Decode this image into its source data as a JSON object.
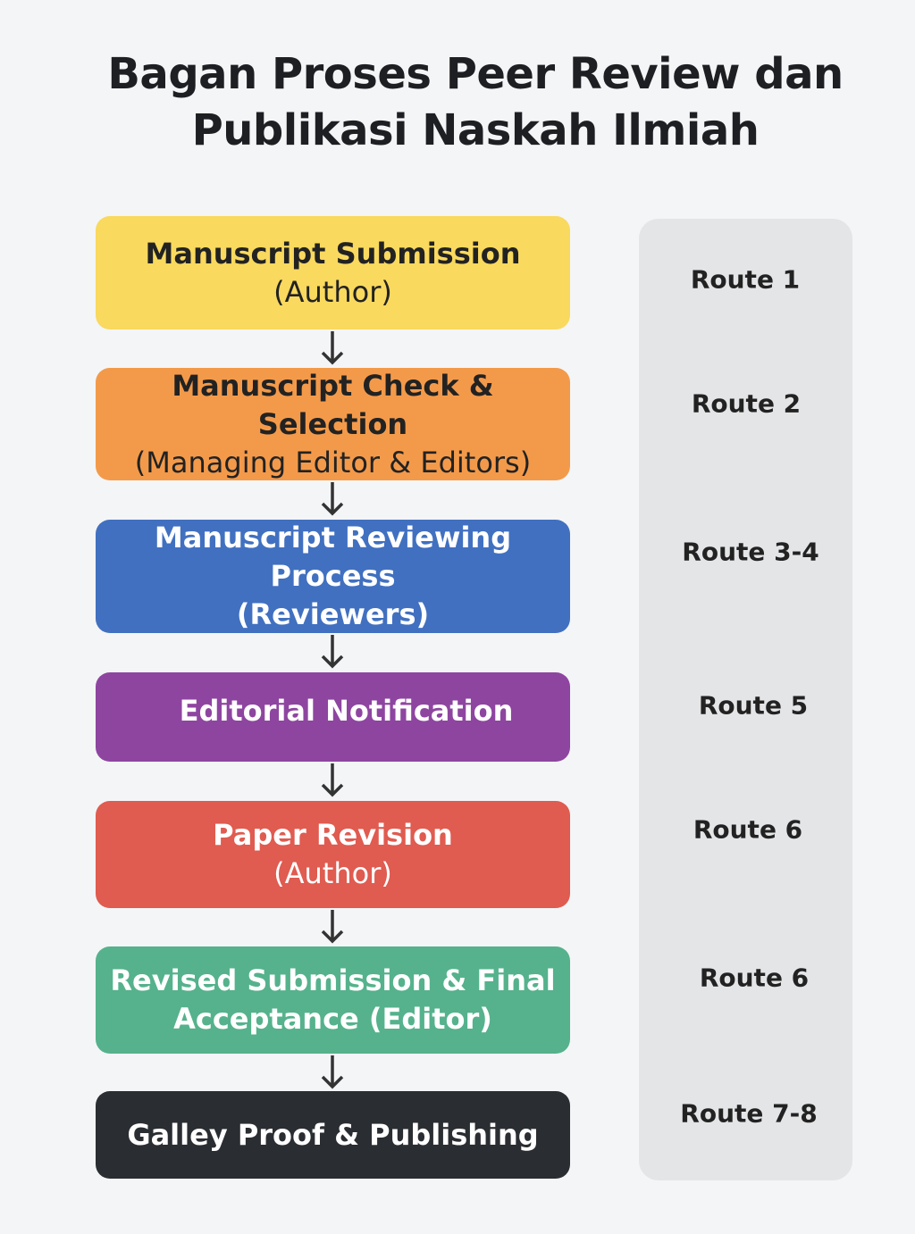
{
  "title": {
    "line1": "Bagan Proses Peer Review dan",
    "line2": "Publikasi Naskah Ilmiah"
  },
  "steps": [
    {
      "line1": "Manuscript Submission",
      "line2": "(Author)",
      "color": "#f9d95e",
      "text_color": "#222222"
    },
    {
      "line1": "Manuscript Check & Selection",
      "line2": "(Managing Editor & Editors)",
      "color": "#f39a4a",
      "text_color": "#222222"
    },
    {
      "line1": "Manuscript Reviewing Process",
      "line2": "(Reviewers)",
      "color": "#4170c0",
      "text_color": "#ffffff"
    },
    {
      "line1": "Editorial Notification",
      "line2": "",
      "color": "#8e45a0",
      "text_color": "#ffffff"
    },
    {
      "line1": "Paper Revision",
      "line2": "(Author)",
      "color": "#e05b50",
      "text_color": "#ffffff"
    },
    {
      "line1": "Revised Submission & Final",
      "line2": "Acceptance (Editor)",
      "color": "#55b28c",
      "text_color": "#ffffff"
    },
    {
      "line1": "Galley Proof & Publishing",
      "line2": "",
      "color": "#2a2d31",
      "text_color": "#ffffff"
    }
  ],
  "routes": [
    "Route 1",
    "Route 2",
    "Route 3-4",
    "Route 5",
    "Route 6",
    "Route 6",
    "Route 7-8"
  ]
}
